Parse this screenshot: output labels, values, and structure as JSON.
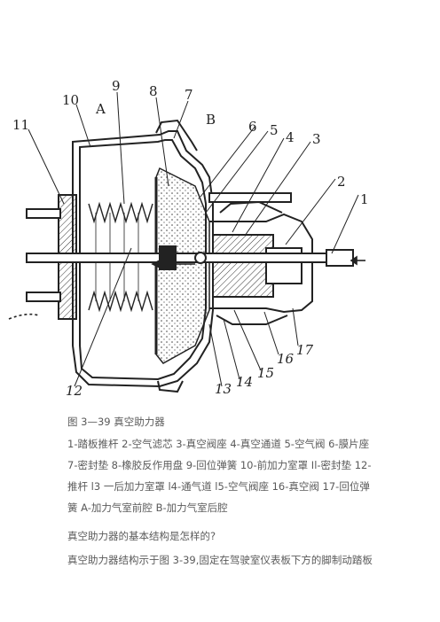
{
  "figure": {
    "labels": {
      "l1": "1",
      "l2": "2",
      "l3": "3",
      "l4": "4",
      "l5": "5",
      "l6": "6",
      "l7": "7",
      "l8": "8",
      "l9": "9",
      "l10": "10",
      "l11": "11",
      "l12": "12",
      "l13": "13",
      "l14": "14",
      "l15": "15",
      "l16": "16",
      "l17": "17",
      "lA": "A",
      "lB": "B"
    }
  },
  "caption": "图 3—39 真空助力器",
  "legend": "1-踏板推杆 2-空气滤芯 3-真空阀座 4-真空通道 5-空气阀 6-膜片座 7-密封垫 8-橡胶反作用盘 9-回位弹簧 10-前加力室罩 Il-密封垫 12-推杆 l3 一后加力室罩 l4-通气道 l5-空气阀座 16-真空阀 17-回位弹簧 A-加力气室前腔 B-加力气室后腔",
  "question": "真空助力器的基本结构是怎样的?",
  "answer": "真空助力器结构示于图 3-39,固定在驾驶室仪表板下方的脚制动踏板"
}
